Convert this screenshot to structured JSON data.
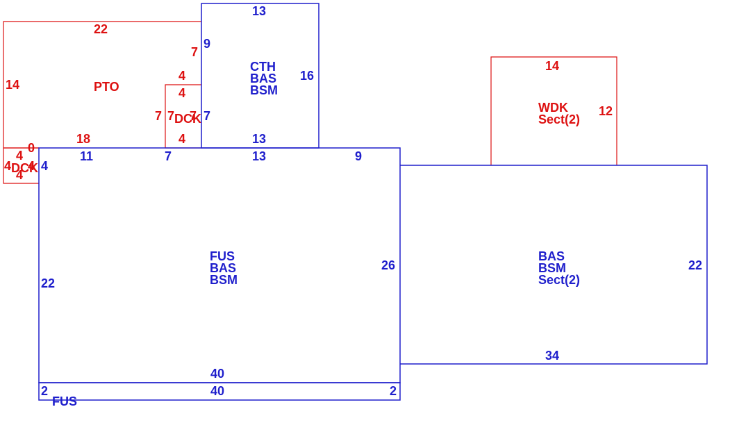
{
  "colors": {
    "main": "#1f1fcc",
    "accessory": "#dd1111",
    "background": "#ffffff"
  },
  "areas": {
    "pto": {
      "code": "PTO",
      "dims": {
        "top": "22",
        "left": "14",
        "right": "7",
        "bottom": "18",
        "bottom_gap": "0"
      }
    },
    "dck_upper": {
      "code": "DCK",
      "dims": {
        "top": "4",
        "inner_top": "4",
        "left": "7",
        "inner_left": "7",
        "right": "7",
        "bottom": "4"
      }
    },
    "dck_lower": {
      "code": "DCK",
      "dims": {
        "top": "4",
        "left": "4",
        "right": "4",
        "bottom": "4"
      }
    },
    "cth": {
      "codes": [
        "CTH",
        "BAS",
        "BSM"
      ],
      "dims": {
        "top": "13",
        "left": "9",
        "right": "16",
        "bottom": "13"
      }
    },
    "fus_main": {
      "codes": [
        "FUS",
        "BAS",
        "BSM"
      ],
      "dims": {
        "top_left": "11",
        "top_mid": "7",
        "top_right": "13",
        "top_far": "9",
        "left_top": "4",
        "left": "22",
        "right": "26",
        "bottom": "40"
      }
    },
    "fus_strip": {
      "code": "FUS",
      "dims": {
        "top": "40",
        "left": "2",
        "right": "2"
      }
    },
    "bas_section2": {
      "codes": [
        "BAS",
        "BSM",
        "Sect(2)"
      ],
      "dims": {
        "right": "22",
        "bottom": "34"
      }
    },
    "wdk": {
      "codes": [
        "WDK",
        "Sect(2)"
      ],
      "dims": {
        "top": "14",
        "right": "12"
      }
    }
  }
}
